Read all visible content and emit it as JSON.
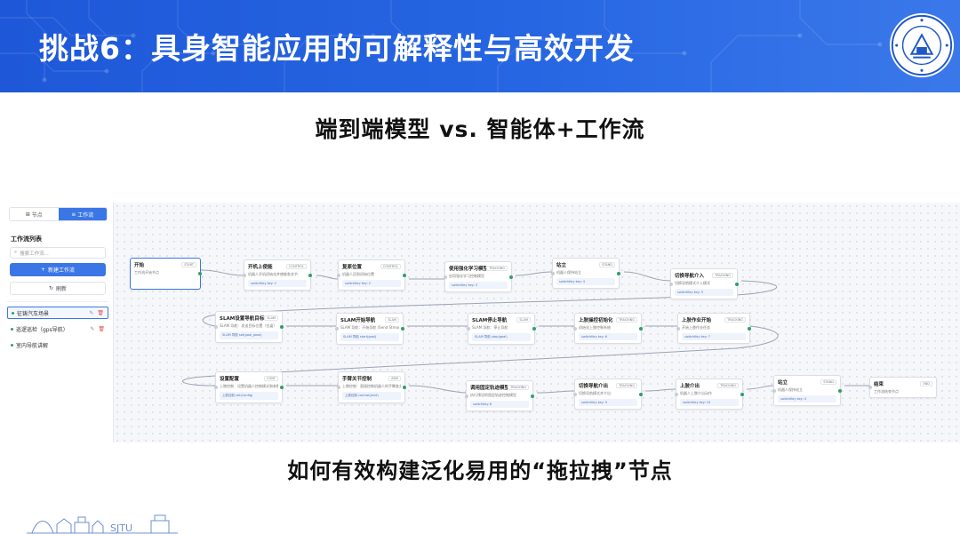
{
  "slide": {
    "title": "挑战6：具身智能应用的可解释性与高效开发",
    "subtitle_top": "端到端模型 vs. 智能体+工作流",
    "subtitle_bottom": "如何有效构建泛化易用的“拖拉拽”节点"
  },
  "colors": {
    "header": "#2563e0",
    "accent": "#3b76e6",
    "port": "#2f9e6c"
  },
  "sidebar": {
    "tabs": [
      {
        "label": "节点",
        "icon": "grid-icon",
        "active": false
      },
      {
        "label": "工作流",
        "icon": "list-icon",
        "active": true
      }
    ],
    "list_title": "工作流列表",
    "search_placeholder": "搜索工作流...",
    "new_button": "新建工作流",
    "refresh_button": "刷新",
    "workflows": [
      {
        "label": "征铸汽车场景",
        "active": true
      },
      {
        "label": "巡逻巡检（gps导航）",
        "active": false
      },
      {
        "label": "室内导航讲解",
        "active": false
      }
    ]
  },
  "nodes": [
    {
      "title": "开始",
      "type": "START",
      "desc": "工作流开始节点",
      "param": ""
    },
    {
      "title": "开机上使能",
      "type": "CONTROL",
      "desc": "机器人开机初始化并使能各关节",
      "param": "switchKey  key: 1"
    },
    {
      "title": "复原位置",
      "type": "CONTROL",
      "desc": "机器人回到初始位置",
      "param": "switchKey  key: 2"
    },
    {
      "title": "使用强化学习模型",
      "type": "TRACKING",
      "desc": "启用强化学习控制模型",
      "param": "switchKey  key: 3"
    },
    {
      "title": "站立",
      "type": "STAND",
      "desc": "机器人保持站立",
      "param": "switchKey  key: 4"
    },
    {
      "title": "切换导航介入",
      "type": "TRACKING",
      "desc": "切换导航模式介入模式",
      "param": "switchKey  key: 5"
    },
    {
      "title": "SLAM设置导航目标",
      "type": "SLAM",
      "desc": "SLAM 导航：发送目标位置（位姿）",
      "param": "SLAM 导航  set(goal_pose)"
    },
    {
      "title": "SLAM开始导航",
      "type": "SLAM",
      "desc": "SLAM 导航：开始导航 (Send Streaming)",
      "param": "SLAM 导航  start(goal)"
    },
    {
      "title": "SLAM停止导航",
      "type": "SLAM",
      "desc": "SLAM 导航：停止导航",
      "param": "SLAM 导航  stop(goal)"
    },
    {
      "title": "上肢操控初始化",
      "type": "TRACKING",
      "desc": "初始化上肢控制系统",
      "param": "switchKey  key: 6"
    },
    {
      "title": "上肢作业开始",
      "type": "TRACKING",
      "desc": "开始上肢作业任务",
      "param": "switchKey  key: 7"
    },
    {
      "title": "设置配置",
      "type": "CONF",
      "desc": "上肢控制：设置机器人控制模式和参数配置",
      "param": "上肢控制  set(Config)"
    },
    {
      "title": "手臂关节控制",
      "type": "ARM",
      "desc": "上肢控制：直接控制机器人的手臂各关节",
      "param": "上肢控制  control(Joint)"
    },
    {
      "title": "调用固定轨迹模型",
      "type": "TRACKING",
      "desc": "执行预设的固定轨迹控制模型",
      "param": "switchKey  8"
    },
    {
      "title": "切换导航介出",
      "type": "TRACKING",
      "desc": "切换导航模式并介出",
      "param": "switchKey  key: 9"
    },
    {
      "title": "上肢介出",
      "type": "TRACKING",
      "desc": "机器人上肢介出动作",
      "param": "switchKey  key: 10"
    },
    {
      "title": "站立",
      "type": "STAND",
      "desc": "机器人保持站立",
      "param": "switchKey  key: 4"
    },
    {
      "title": "结束",
      "type": "END",
      "desc": "工作流结束节点",
      "param": ""
    }
  ],
  "footer": {
    "logo_text": "SJTU"
  }
}
